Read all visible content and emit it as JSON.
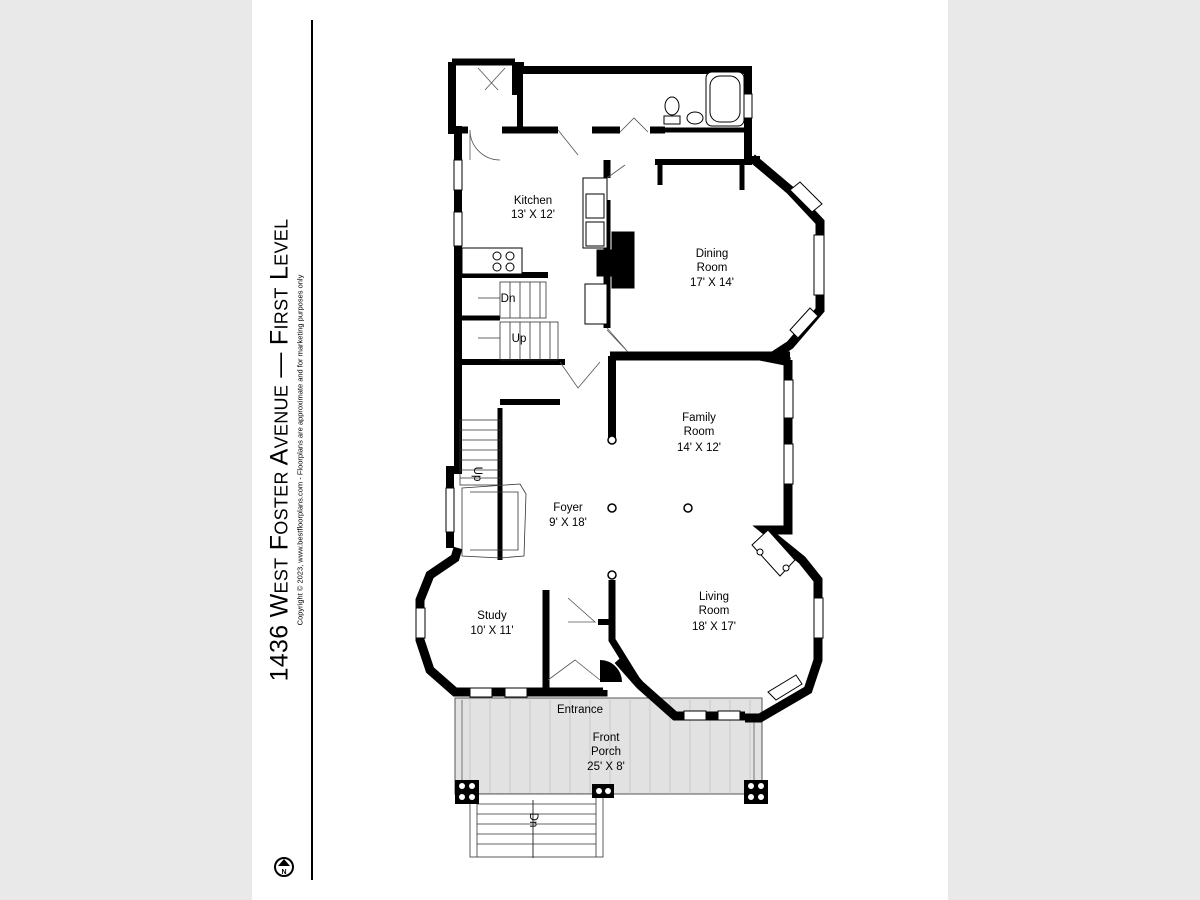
{
  "title": "1436 West Foster Avenue — First Level",
  "copyright": "Copyright © 2023, www.bestfloorplans.com - Floorplans are approximate and for marketing purposes only",
  "compass_letter": "N",
  "rooms": {
    "kitchen": {
      "name": "Kitchen",
      "size": "13' X 12'"
    },
    "dining": {
      "name_line1": "Dining",
      "name_line2": "Room",
      "size": "17' X 14'"
    },
    "family": {
      "name_line1": "Family",
      "name_line2": "Room",
      "size": "14' X 12'"
    },
    "foyer": {
      "name": "Foyer",
      "size": "9' X 18'"
    },
    "study": {
      "name": "Study",
      "size": "10' X 11'"
    },
    "living": {
      "name_line1": "Living",
      "name_line2": "Room",
      "size": "18' X 17'"
    },
    "porch": {
      "name_line1": "Front",
      "name_line2": "Porch",
      "size": "25' X 8'"
    }
  },
  "labels": {
    "entrance": "Entrance",
    "stair_down_back": "Dn",
    "stair_up_back": "Up",
    "stair_up_main": "Up",
    "stair_down_porch": "Dn"
  },
  "colors": {
    "wall": "#000000",
    "porch_fill": "#e2e2e2",
    "background": "#e9e9e9",
    "sheet": "#ffffff"
  }
}
